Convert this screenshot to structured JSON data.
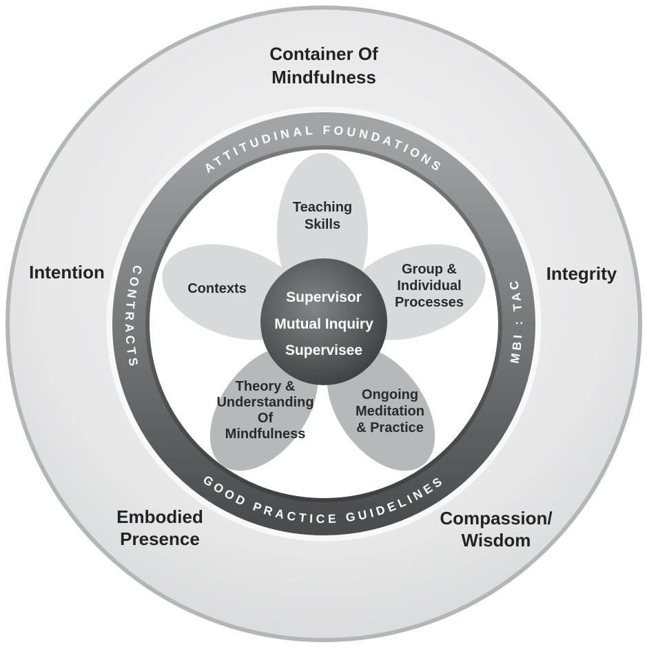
{
  "diagram": {
    "outer_labels": {
      "top_lines": [
        "Container Of",
        "Mindfulness"
      ],
      "left": "Intention",
      "right": "Integrity",
      "bottom_left_lines": [
        "Embodied",
        "Presence"
      ],
      "bottom_right_lines": [
        "Compassion/",
        "Wisdom"
      ]
    },
    "ring_labels": {
      "top": "ATTITUDINAL FOUNDATIONS",
      "left": "CONTRACTS",
      "right": "MBI : TAC",
      "bottom": "GOOD PRACTICE GUIDELINES"
    },
    "center_circle_lines": [
      "Supervisor",
      "Mutual Inquiry",
      "Supervisee"
    ],
    "petals": {
      "top": {
        "lines": [
          "Teaching",
          "Skills"
        ]
      },
      "left": {
        "lines": [
          "Contexts"
        ]
      },
      "right": {
        "lines": [
          "Group &",
          "Individual",
          "Processes"
        ]
      },
      "bottom_left": {
        "lines": [
          "Theory &",
          "Understanding",
          "Of",
          "Mindfulness"
        ]
      },
      "bottom_right": {
        "lines": [
          "Ongoing",
          "Meditation",
          "& Practice"
        ]
      }
    },
    "colors": {
      "outer_fill": "#e8e9ea",
      "outer_border": "#b4b5b7",
      "ring_light": "#a2a3a5",
      "ring_dark": "#4f5052",
      "petal_light": "#d8d9da",
      "petal_dark": "#b7b8ba",
      "center_dark": "#414244",
      "text_dark": "#232323",
      "text_white": "#ffffff"
    }
  }
}
